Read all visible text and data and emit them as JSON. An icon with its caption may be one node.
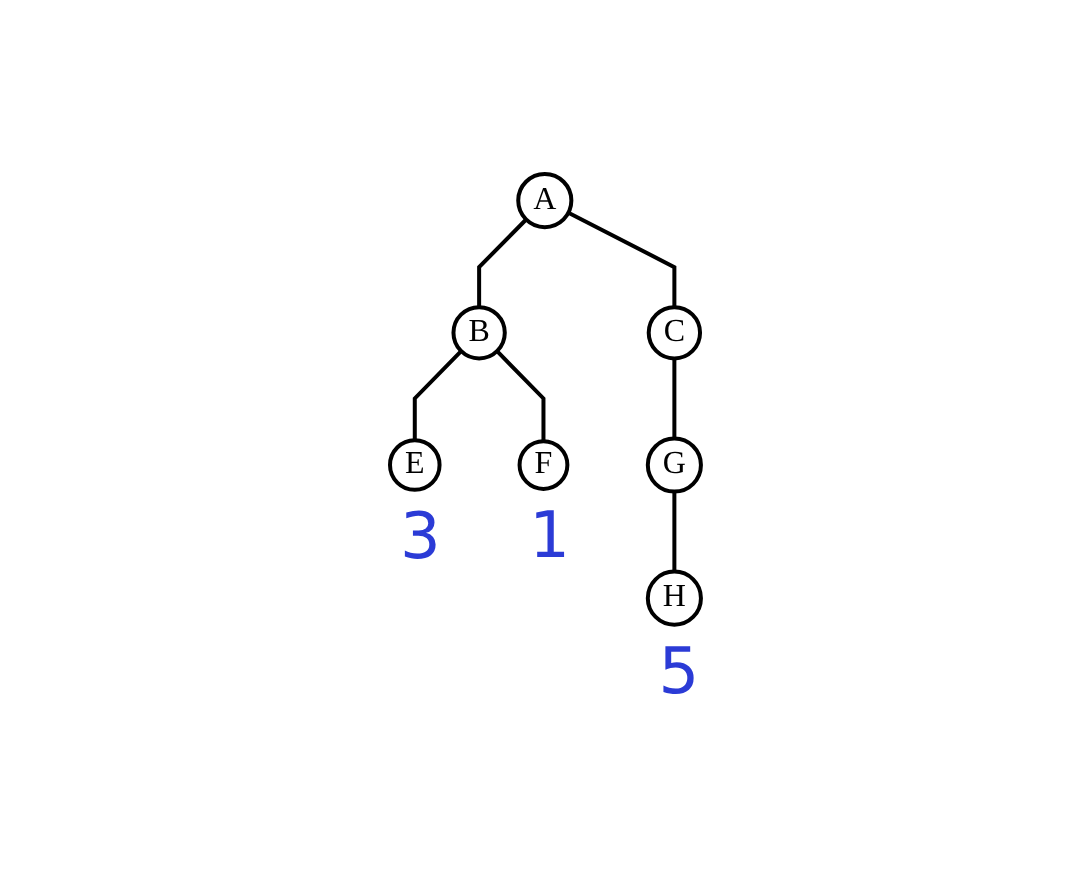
{
  "diagram": {
    "nodes": [
      {
        "text": [
          "A"
        ]
      },
      {
        "text": [
          "B"
        ]
      },
      {
        "text": [
          "C"
        ]
      },
      {
        "text": [
          "E"
        ],
        "beside": [
          "3"
        ]
      },
      {
        "text": [
          "F"
        ],
        "beside": [
          "1"
        ]
      },
      {
        "text": [
          "G"
        ]
      },
      {
        "text": [
          "H"
        ],
        "beside": [
          "5"
        ]
      }
    ],
    "edges": [
      {
        "from": 0,
        "to": 1,
        "arrow": "none"
      },
      {
        "from": 0,
        "to": 2,
        "arrow": "none"
      },
      {
        "from": 1,
        "to": 3,
        "arrow": "none"
      },
      {
        "from": 1,
        "to": 4,
        "arrow": "none"
      },
      {
        "from": 2,
        "to": 5,
        "arrow": "none"
      },
      {
        "from": 5,
        "to": 6,
        "arrow": "none"
      }
    ]
  }
}
